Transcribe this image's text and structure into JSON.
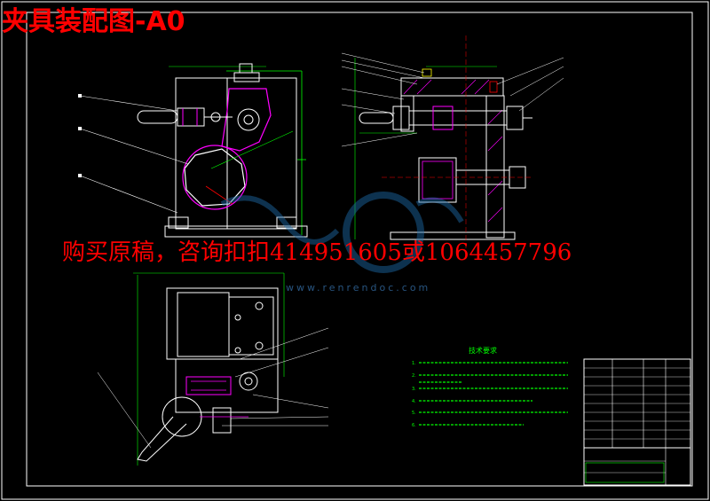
{
  "title": "夹具装配图-A0",
  "watermark": {
    "purchase_text": "购买原稿，咨询扣扣414951605或1064457796",
    "site": "www.renrendoc.com"
  },
  "notes": {
    "heading": "技术要求",
    "items": [
      "1.",
      "2.",
      "3.",
      "4.",
      "5.",
      "6."
    ]
  },
  "colors": {
    "background": "#000000",
    "frame": "#ffffff",
    "outline": "#ffffff",
    "magenta": "#ff00ff",
    "green": "#00ff00",
    "cyan": "#00ffff",
    "red": "#ff0000",
    "yellow": "#ffff00",
    "watermark_red": "#ff0000"
  }
}
